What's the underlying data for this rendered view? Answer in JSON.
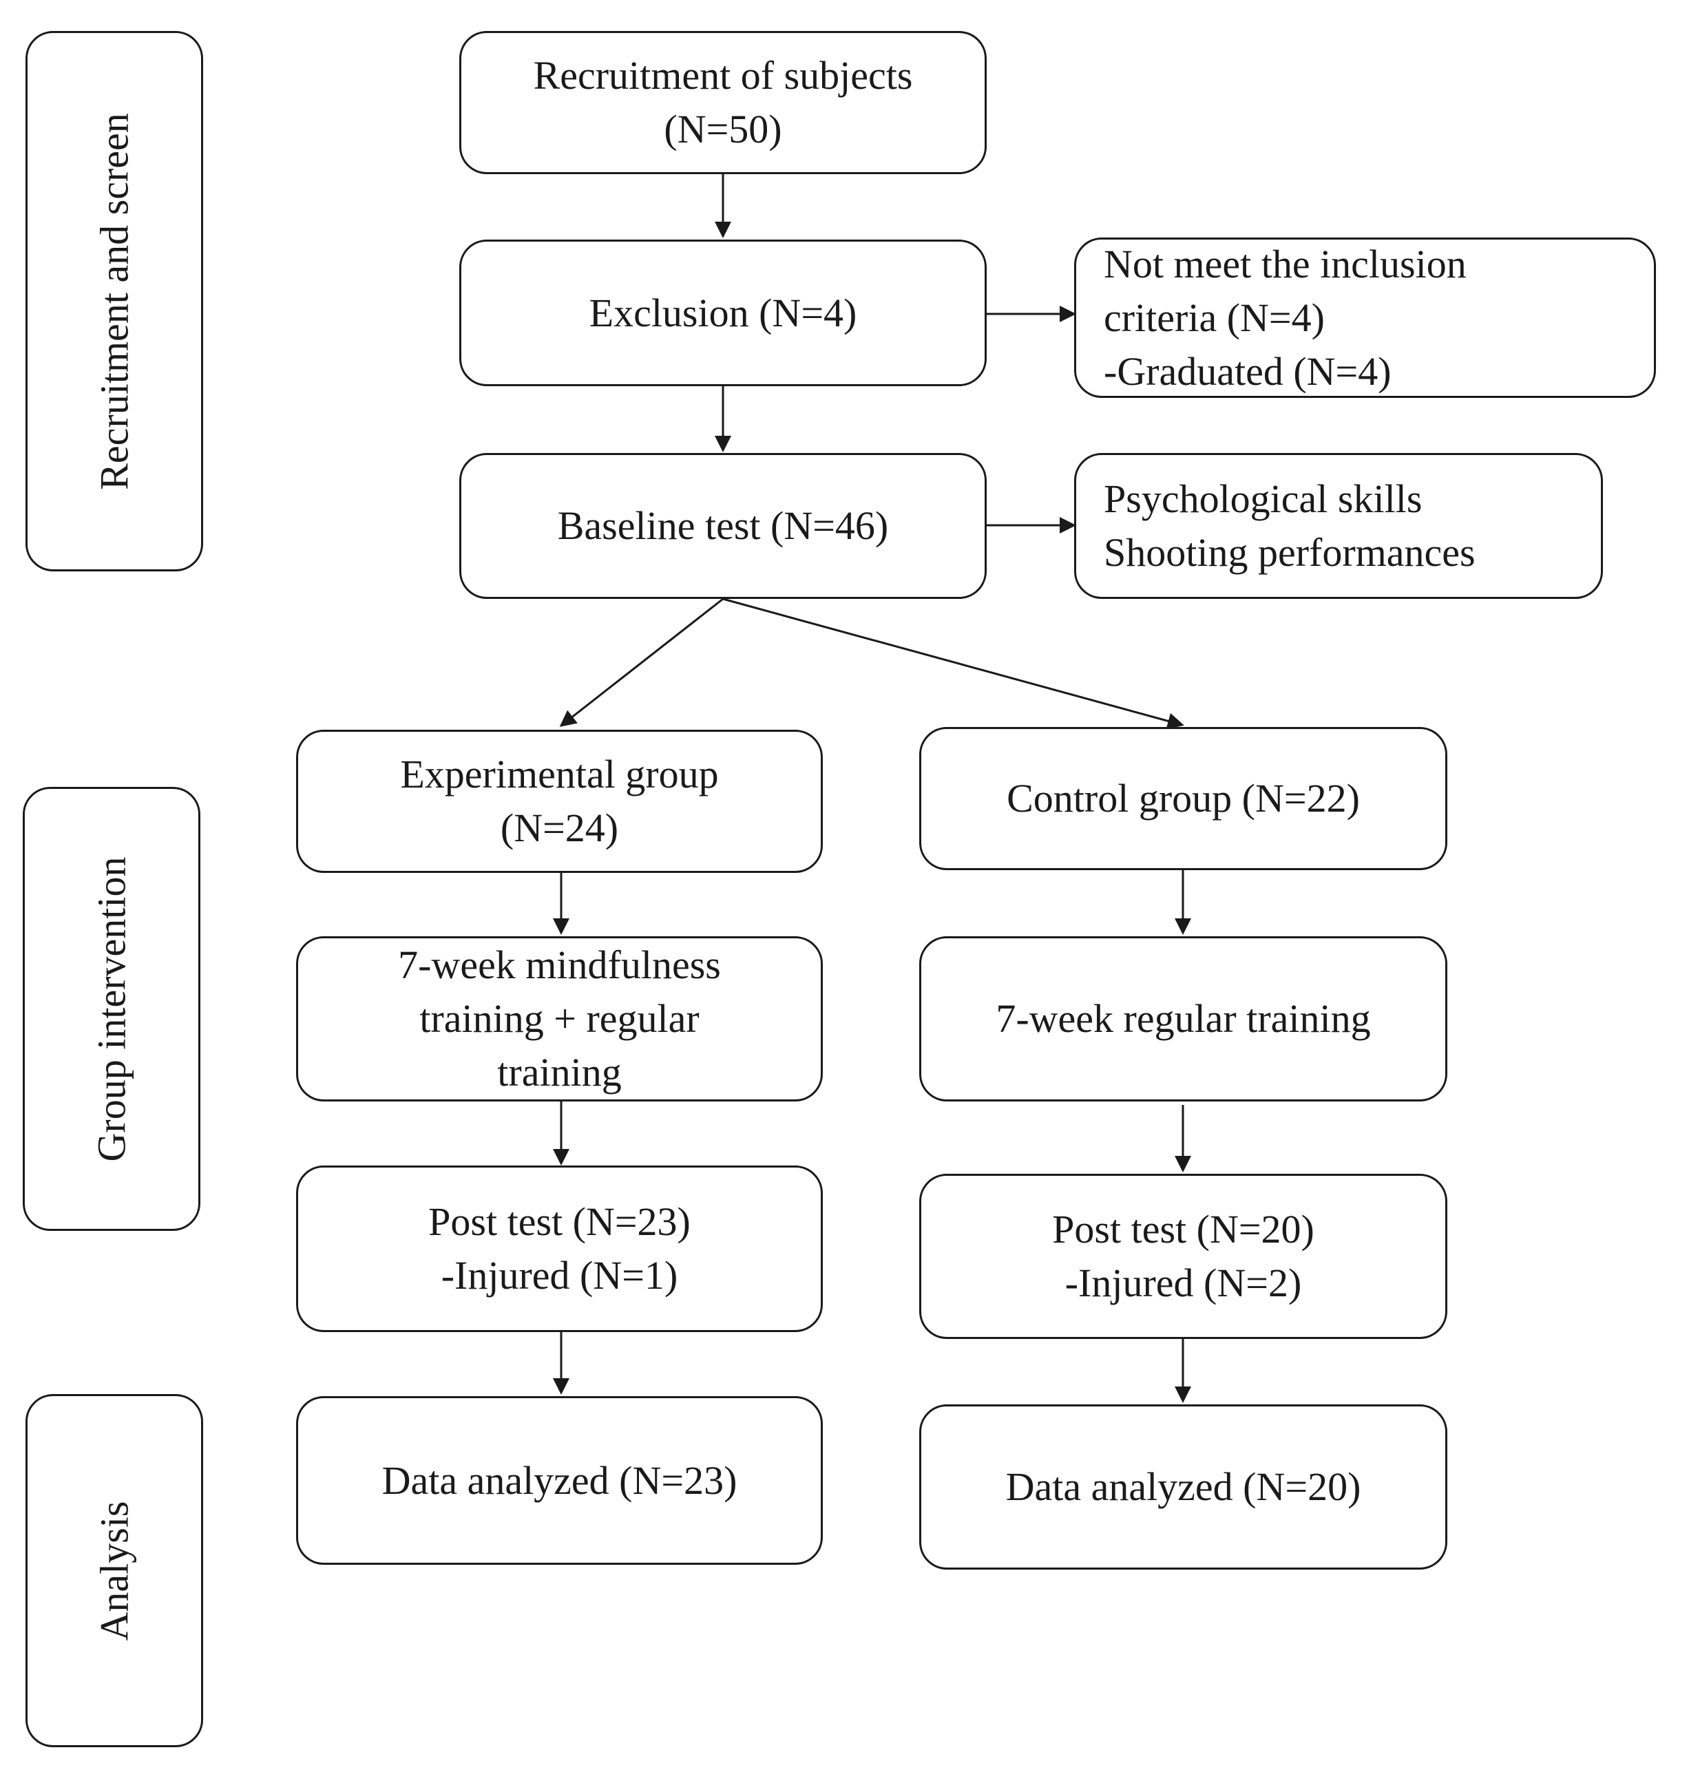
{
  "phases": {
    "recruitment": "Recruitment and screen",
    "intervention": "Group intervention",
    "analysis": "Analysis"
  },
  "nodes": {
    "recruitment": [
      "Recruitment of subjects",
      "(N=50)"
    ],
    "exclusion": [
      "Exclusion (N=4)"
    ],
    "exclusion_reasons": [
      "Not meet the inclusion",
      "criteria (N=4)",
      "-Graduated (N=4)"
    ],
    "baseline": [
      "Baseline test (N=46)"
    ],
    "baseline_measures": [
      "Psychological skills",
      "Shooting performances"
    ],
    "experimental_group": [
      "Experimental group",
      "(N=24)"
    ],
    "control_group": [
      "Control group (N=22)"
    ],
    "experimental_training": [
      "7-week mindfulness",
      "training + regular",
      "training"
    ],
    "control_training": [
      "7-week regular training"
    ],
    "experimental_post": [
      "Post test (N=23)",
      "-Injured (N=1)"
    ],
    "control_post": [
      "Post test (N=20)",
      "-Injured (N=2)"
    ],
    "experimental_analyzed": [
      "Data analyzed (N=23)"
    ],
    "control_analyzed": [
      "Data analyzed (N=20)"
    ]
  }
}
